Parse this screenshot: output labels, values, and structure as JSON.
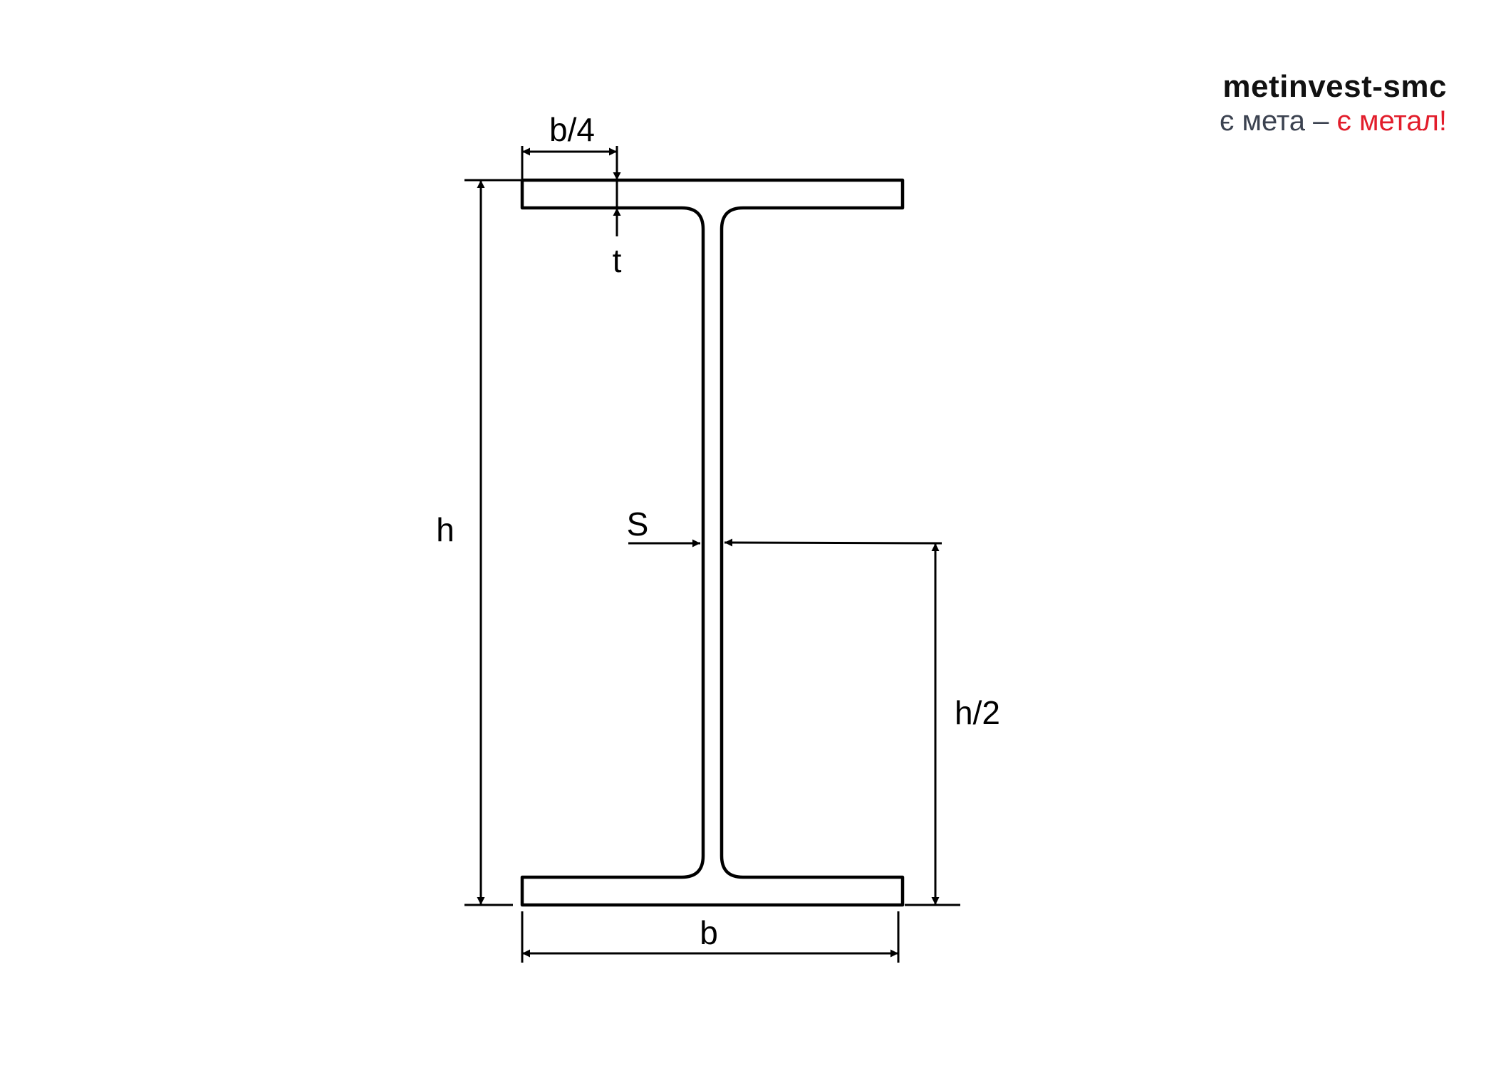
{
  "brand": {
    "name": "metinvest-smc",
    "slogan_part1": "є мета – ",
    "slogan_part2": "є метал!"
  },
  "labels": {
    "b_quarter": "b/4",
    "t": "t",
    "h": "h",
    "s": "S",
    "h_half": "h/2",
    "b": "b"
  },
  "colors": {
    "line": "#000000",
    "brand_text": "#111111",
    "slogan_text": "#3b4250",
    "accent": "#e21d2b",
    "background": "#ffffff"
  }
}
